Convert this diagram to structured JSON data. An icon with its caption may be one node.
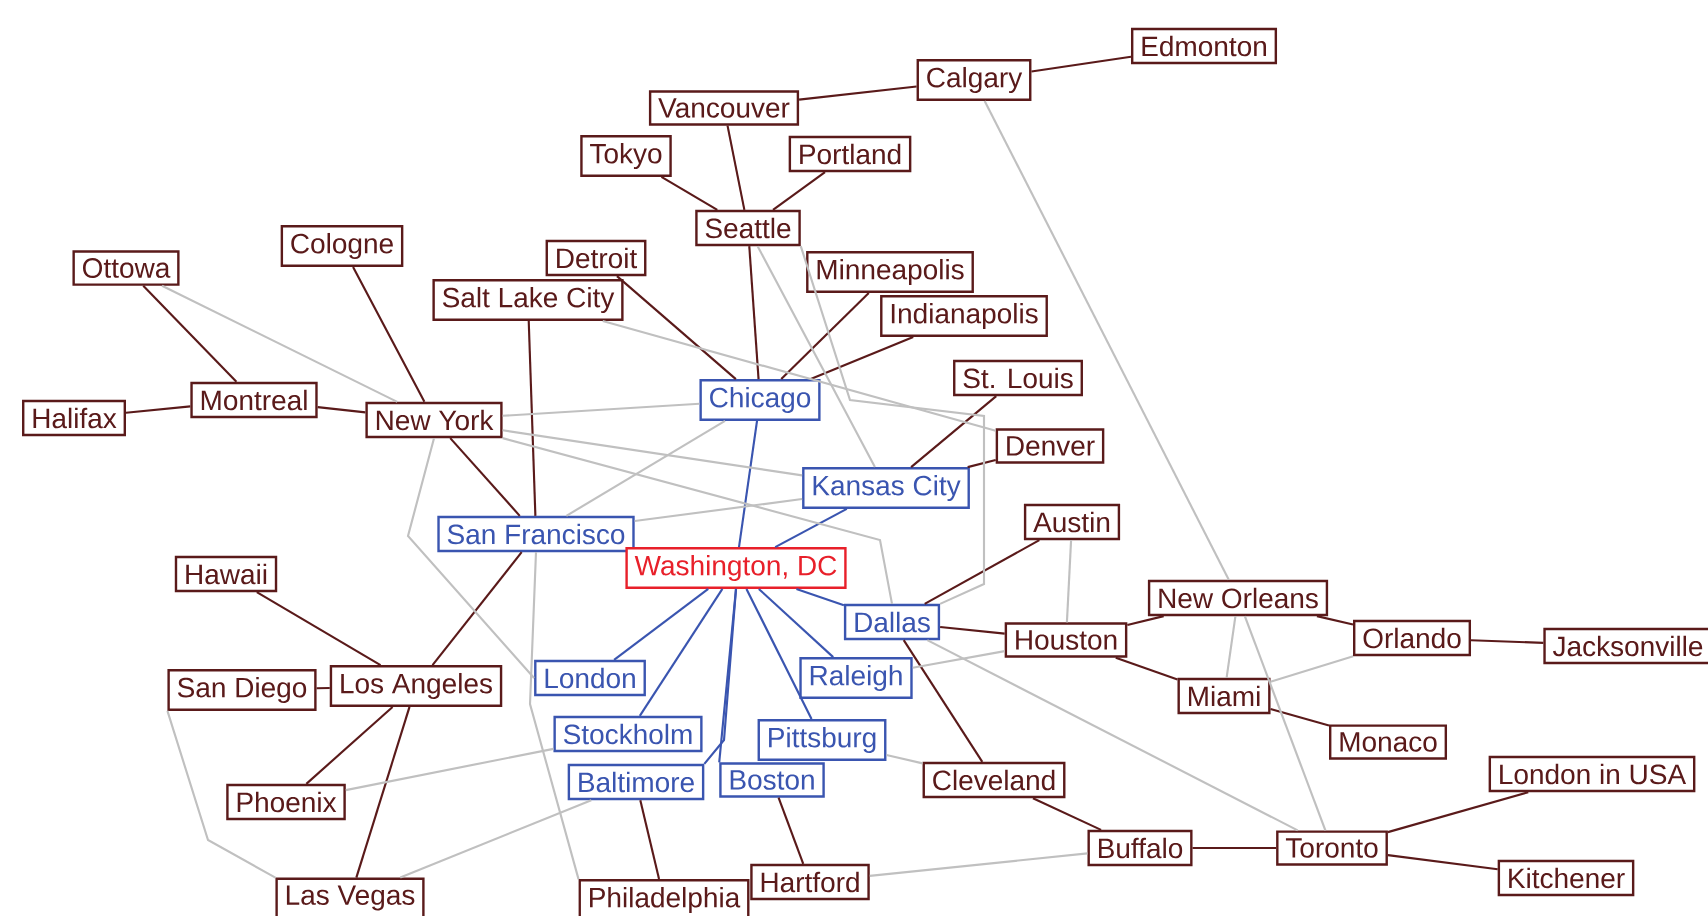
{
  "diagram": {
    "nodes": [
      {
        "text": [
          "Edmonton"
        ]
      },
      {
        "text": [
          "Calgary"
        ]
      },
      {
        "text": [
          "Vancouver"
        ]
      },
      {
        "text": [
          "Tokyo"
        ]
      },
      {
        "text": [
          "Portland"
        ]
      },
      {
        "text": [
          "Seattle"
        ]
      },
      {
        "text": [
          "Cologne"
        ]
      },
      {
        "text": [
          "Ottowa"
        ]
      },
      {
        "text": [
          "Detroit"
        ]
      },
      {
        "text": [
          "Minneapolis"
        ]
      },
      {
        "text": [
          "Salt Lake City"
        ]
      },
      {
        "text": [
          "Indianapolis"
        ]
      },
      {
        "text": [
          "St. Louis"
        ]
      },
      {
        "text": [
          "Chicago"
        ]
      },
      {
        "text": [
          "Montreal"
        ]
      },
      {
        "text": [
          "Halifax"
        ]
      },
      {
        "text": [
          "New York"
        ]
      },
      {
        "text": [
          "Denver"
        ]
      },
      {
        "text": [
          "Kansas City"
        ]
      },
      {
        "text": [
          "Austin"
        ]
      },
      {
        "text": [
          "San Francisco"
        ]
      },
      {
        "text": [
          "Hawaii"
        ]
      },
      {
        "text": [
          "Washington, DC"
        ]
      },
      {
        "text": [
          "New Orleans"
        ]
      },
      {
        "text": [
          "Dallas"
        ]
      },
      {
        "text": [
          "Houston"
        ]
      },
      {
        "text": [
          "Orlando"
        ]
      },
      {
        "text": [
          "Jacksonville"
        ]
      },
      {
        "text": [
          "San Diego"
        ]
      },
      {
        "text": [
          "Los Angeles"
        ]
      },
      {
        "text": [
          "London"
        ]
      },
      {
        "text": [
          "Raleigh"
        ]
      },
      {
        "text": [
          "Miami"
        ]
      },
      {
        "text": [
          "Monaco"
        ]
      },
      {
        "text": [
          "Stockholm"
        ]
      },
      {
        "text": [
          "Pittsburg"
        ]
      },
      {
        "text": [
          "Phoenix"
        ]
      },
      {
        "text": [
          "Baltimore"
        ]
      },
      {
        "text": [
          "Boston"
        ]
      },
      {
        "text": [
          "Cleveland"
        ]
      },
      {
        "text": [
          "London in USA"
        ]
      },
      {
        "text": [
          "Buffalo"
        ]
      },
      {
        "text": [
          "Toronto"
        ]
      },
      {
        "text": [
          "Kitchener"
        ]
      },
      {
        "text": [
          "Hartford"
        ]
      },
      {
        "text": [
          "Las Vegas"
        ]
      },
      {
        "text": [
          "Philadelphia"
        ]
      }
    ],
    "edges": [
      {
        "from": 1,
        "to": 0,
        "arrow": "none"
      },
      {
        "from": 2,
        "to": 1,
        "arrow": "none"
      },
      {
        "from": 2,
        "to": 5,
        "arrow": "none"
      },
      {
        "from": 3,
        "to": 5,
        "arrow": "none"
      },
      {
        "from": 4,
        "to": 5,
        "arrow": "none"
      },
      {
        "from": 5,
        "to": 13,
        "arrow": "none"
      },
      {
        "from": 9,
        "to": 13,
        "arrow": "none"
      },
      {
        "from": 11,
        "to": 13,
        "arrow": "none"
      },
      {
        "from": 8,
        "to": 13,
        "arrow": "none"
      },
      {
        "from": 7,
        "to": 14,
        "arrow": "none"
      },
      {
        "from": 15,
        "to": 14,
        "arrow": "none"
      },
      {
        "from": 14,
        "to": 16,
        "arrow": "none"
      },
      {
        "from": 6,
        "to": 16,
        "arrow": "none"
      },
      {
        "from": 10,
        "to": 20,
        "arrow": "none"
      },
      {
        "from": 16,
        "to": 20,
        "arrow": "none"
      },
      {
        "from": 20,
        "to": 29,
        "arrow": "none"
      },
      {
        "from": 21,
        "to": 29,
        "arrow": "none"
      },
      {
        "from": 28,
        "to": 29,
        "arrow": "none"
      },
      {
        "from": 29,
        "to": 36,
        "arrow": "none"
      },
      {
        "from": 29,
        "to": 45,
        "arrow": "none"
      },
      {
        "from": 12,
        "to": 18,
        "arrow": "none"
      },
      {
        "from": 17,
        "to": 18,
        "arrow": "none"
      },
      {
        "from": 13,
        "to": 22,
        "arrow": "none",
        "color": "#3a55b0"
      },
      {
        "from": 18,
        "to": 22,
        "arrow": "none",
        "color": "#3a55b0"
      },
      {
        "from": 22,
        "to": 24,
        "arrow": "none",
        "color": "#3a55b0"
      },
      {
        "from": 22,
        "to": 30,
        "arrow": "none",
        "color": "#3a55b0"
      },
      {
        "from": 22,
        "to": 31,
        "arrow": "none",
        "color": "#3a55b0"
      },
      {
        "from": 22,
        "to": 34,
        "arrow": "none",
        "color": "#3a55b0"
      },
      {
        "from": 22,
        "to": 35,
        "arrow": "none",
        "color": "#3a55b0"
      },
      {
        "from": 22,
        "to": 37,
        "arrow": "none",
        "color": "#3a55b0"
      },
      {
        "from": 22,
        "to": 38,
        "arrow": "none",
        "color": "#3a55b0"
      },
      {
        "from": 24,
        "to": 19,
        "arrow": "none"
      },
      {
        "from": 24,
        "to": 25,
        "arrow": "none"
      },
      {
        "from": 24,
        "to": 39,
        "arrow": "none"
      },
      {
        "from": 25,
        "to": 23,
        "arrow": "none"
      },
      {
        "from": 25,
        "to": 32,
        "arrow": "none"
      },
      {
        "from": 23,
        "to": 26,
        "arrow": "none"
      },
      {
        "from": 26,
        "to": 27,
        "arrow": "none"
      },
      {
        "from": 32,
        "to": 33,
        "arrow": "none"
      },
      {
        "from": 39,
        "to": 41,
        "arrow": "none"
      },
      {
        "from": 41,
        "to": 42,
        "arrow": "none"
      },
      {
        "from": 42,
        "to": 40,
        "arrow": "none"
      },
      {
        "from": 42,
        "to": 43,
        "arrow": "none"
      },
      {
        "from": 37,
        "to": 46,
        "arrow": "none"
      },
      {
        "from": 38,
        "to": 44,
        "arrow": "none"
      },
      {
        "from": 1,
        "to": 23,
        "arrow": "none",
        "color": "#c0c0c0"
      },
      {
        "from": 23,
        "to": 32,
        "arrow": "none",
        "color": "#c0c0c0"
      },
      {
        "from": 23,
        "to": 42,
        "arrow": "none",
        "color": "#c0c0c0"
      },
      {
        "from": 32,
        "to": 26,
        "arrow": "none",
        "color": "#c0c0c0"
      },
      {
        "from": 19,
        "to": 25,
        "arrow": "none",
        "color": "#c0c0c0"
      },
      {
        "from": 31,
        "to": 25,
        "arrow": "none",
        "color": "#c0c0c0"
      },
      {
        "from": 28,
        "to": 45,
        "arrow": "none",
        "color": "#c0c0c0"
      },
      {
        "from": 36,
        "to": 34,
        "arrow": "none",
        "color": "#c0c0c0"
      },
      {
        "from": 45,
        "to": 37,
        "arrow": "none",
        "color": "#c0c0c0"
      },
      {
        "from": 7,
        "to": 16,
        "arrow": "none",
        "color": "#c0c0c0"
      },
      {
        "from": 16,
        "to": 13,
        "arrow": "none",
        "color": "#c0c0c0"
      },
      {
        "from": 16,
        "to": 18,
        "arrow": "none",
        "color": "#c0c0c0"
      },
      {
        "from": 16,
        "to": 24,
        "arrow": "none",
        "color": "#c0c0c0"
      },
      {
        "from": 16,
        "to": 30,
        "arrow": "none",
        "color": "#c0c0c0"
      },
      {
        "from": 20,
        "to": 46,
        "arrow": "none",
        "color": "#c0c0c0"
      },
      {
        "from": 20,
        "to": 18,
        "arrow": "none",
        "color": "#c0c0c0"
      },
      {
        "from": 20,
        "to": 13,
        "arrow": "none",
        "color": "#c0c0c0"
      },
      {
        "from": 44,
        "to": 41,
        "arrow": "none",
        "color": "#c0c0c0"
      },
      {
        "from": 24,
        "to": 42,
        "arrow": "none",
        "color": "#c0c0c0"
      },
      {
        "from": 35,
        "to": 39,
        "arrow": "none",
        "color": "#c0c0c0"
      },
      {
        "from": 5,
        "to": 24,
        "arrow": "none",
        "color": "#c0c0c0"
      },
      {
        "from": 5,
        "to": 18,
        "arrow": "none",
        "color": "#c0c0c0"
      },
      {
        "from": 10,
        "to": 17,
        "arrow": "none",
        "color": "#c0c0c0"
      }
    ]
  }
}
